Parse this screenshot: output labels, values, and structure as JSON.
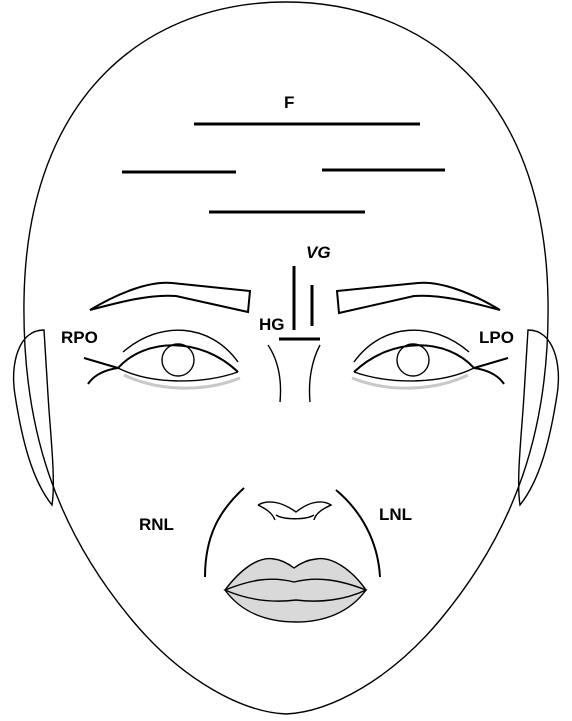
{
  "diagram": {
    "labels": {
      "F": "F",
      "VG": "VG",
      "HG": "HG",
      "RPO": "RPO",
      "LPO": "LPO",
      "RNL": "RNL",
      "LNL": "LNL"
    },
    "colors": {
      "stroke": "#000000",
      "lip_fill": "#d9d9d9",
      "shadow_gray": "#c8c8c8",
      "background": "#ffffff"
    }
  }
}
